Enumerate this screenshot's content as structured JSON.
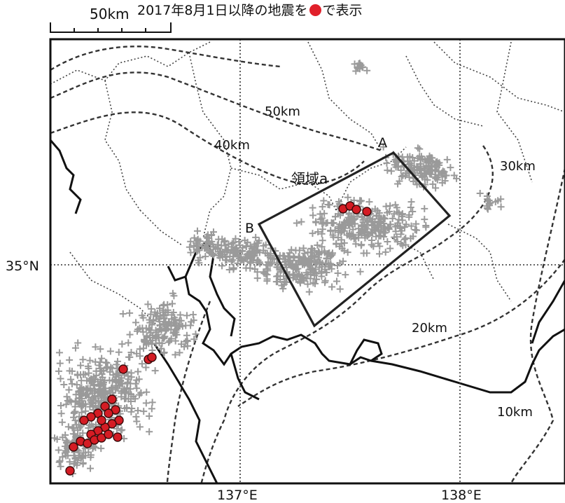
{
  "title": {
    "prefix": "2017年8月1日以降の地震を",
    "suffix": "で表示",
    "marker_color": "#e0202a"
  },
  "scale_bar": {
    "label": "50km"
  },
  "axes": {
    "latitude_label": "35°N",
    "longitude_labels": [
      "137°E",
      "138°E"
    ]
  },
  "depth_contours": [
    "50km",
    "40km",
    "30km",
    "20km",
    "10km"
  ],
  "region": {
    "name": "領域a",
    "corner_labels": [
      "A",
      "B"
    ]
  },
  "colors": {
    "frame": "#111111",
    "coastline": "#111111",
    "background_seismicity": "#9a9a9a",
    "recent_events": "#d41c24",
    "recent_event_outline": "#3a0a0a",
    "region_box": "#222222",
    "contours": "#333333",
    "borders": "#444444",
    "grid": "#333333"
  }
}
